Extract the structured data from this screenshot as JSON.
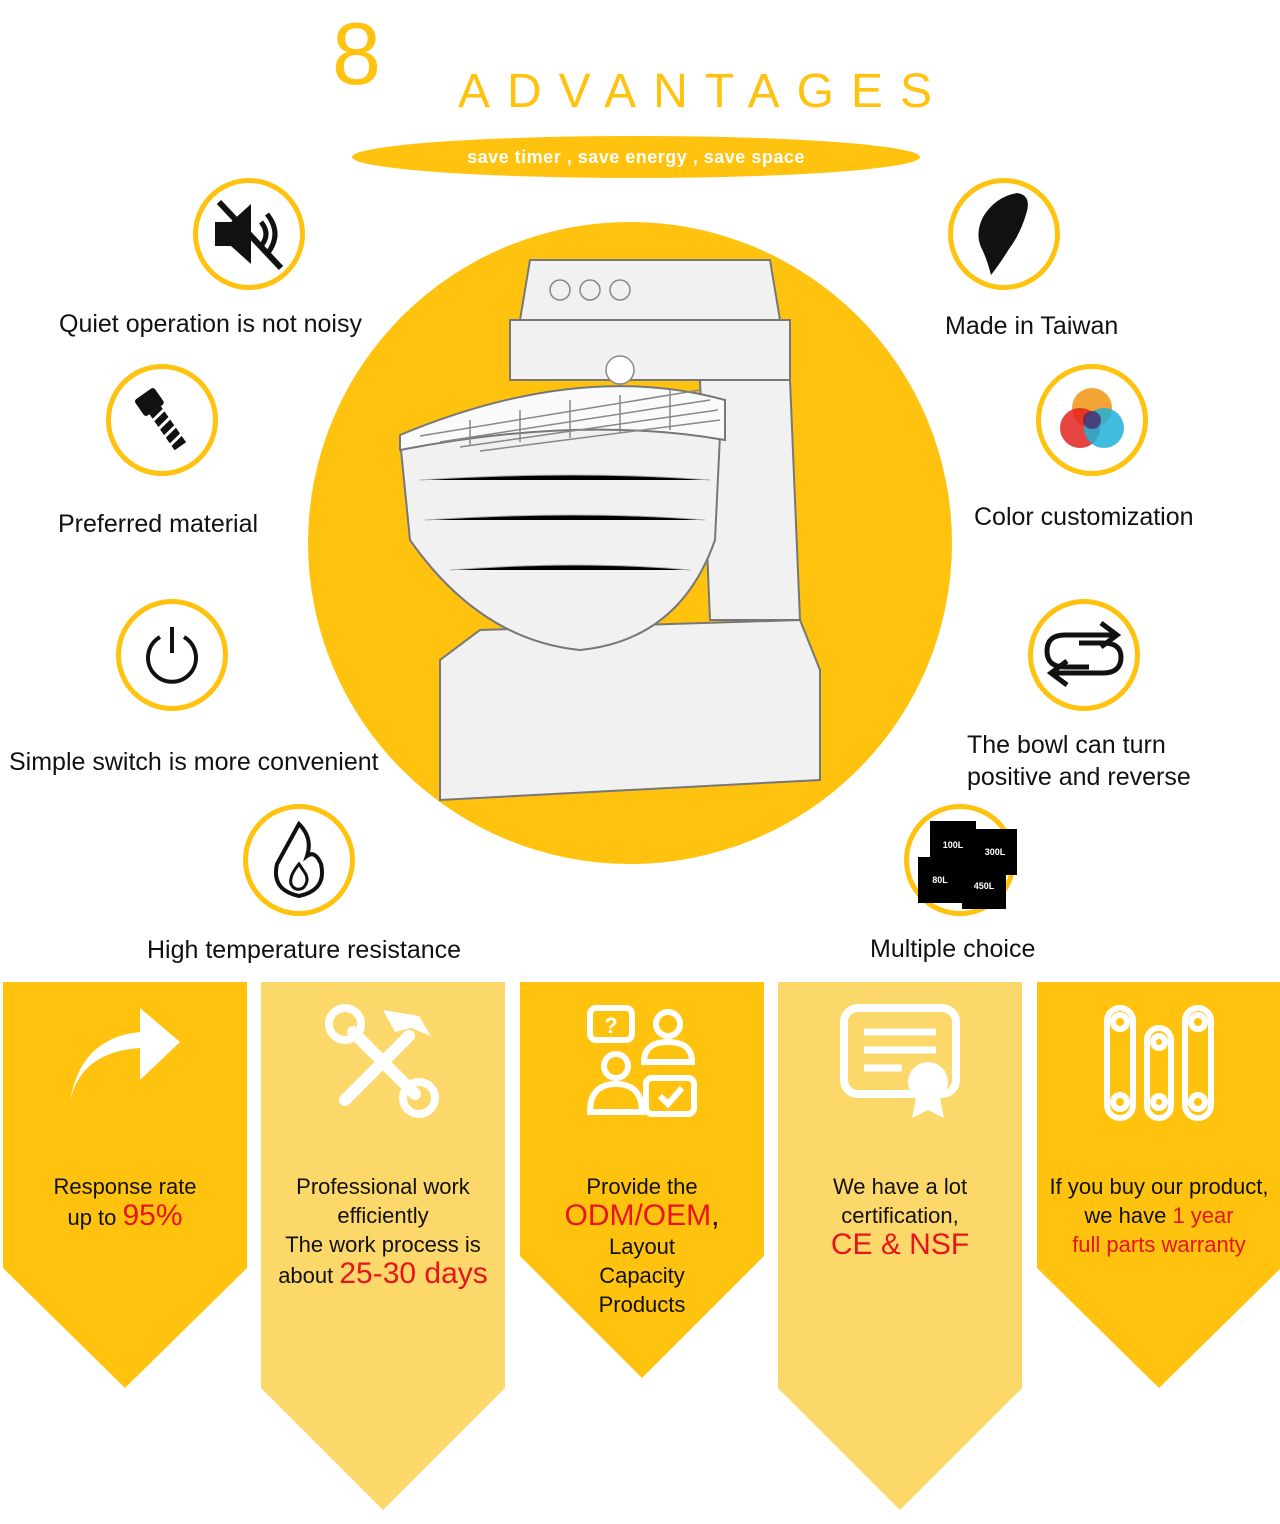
{
  "header": {
    "number": "8",
    "title": "ADVANTAGES",
    "tagline": "save timer , save energy , save space"
  },
  "features": {
    "quiet": "Quiet operation is not noisy",
    "material": "Preferred material",
    "switch": "Simple switch is more convenient",
    "heat": "High temperature resistance",
    "taiwan": "Made in Taiwan",
    "color": "Color customization",
    "bowl_line1": "The bowl can turn",
    "bowl_line2": "positive and reverse",
    "multiple": "Multiple choice"
  },
  "sizes": [
    "100L",
    "300L",
    "80L",
    "450L"
  ],
  "cards": {
    "response": {
      "line1": "Response rate",
      "line2_pre": "up to ",
      "highlight": "95%"
    },
    "professional": {
      "line1": "Professional work",
      "line2": "efficiently",
      "line3": "The work process is",
      "line4_pre": "about ",
      "highlight": "25-30 days"
    },
    "odm": {
      "line1": "Provide the",
      "highlight": "ODM/OEM",
      "comma": ",",
      "line3": "Layout",
      "line4": "Capacity",
      "line5": "Products"
    },
    "cert": {
      "line1": "We have a lot",
      "line2": "certification,",
      "highlight": "CE & NSF"
    },
    "warranty": {
      "line1": "If you buy our product,",
      "line2_pre": "we have ",
      "highlight1": "1 year",
      "highlight2": "full parts warranty"
    }
  },
  "colors": {
    "accent": "#FFC20E",
    "light": "#FCD769",
    "highlight": "#e8141b"
  }
}
